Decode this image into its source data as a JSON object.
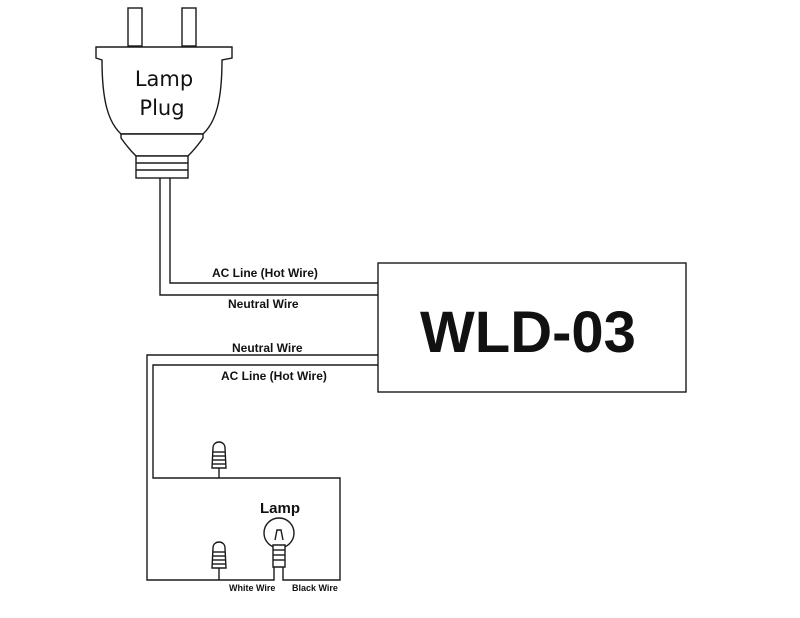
{
  "plug": {
    "line1": "Lamp",
    "line2": "Plug"
  },
  "device": {
    "label": "WLD-03"
  },
  "wires": {
    "input_hot": "AC Line (Hot Wire)",
    "input_neutral": "Neutral Wire",
    "output_neutral": "Neutral Wire",
    "output_hot": "AC Line (Hot Wire)"
  },
  "lamp": {
    "label": "Lamp",
    "white_wire": "White Wire",
    "black_wire": "Black Wire"
  }
}
